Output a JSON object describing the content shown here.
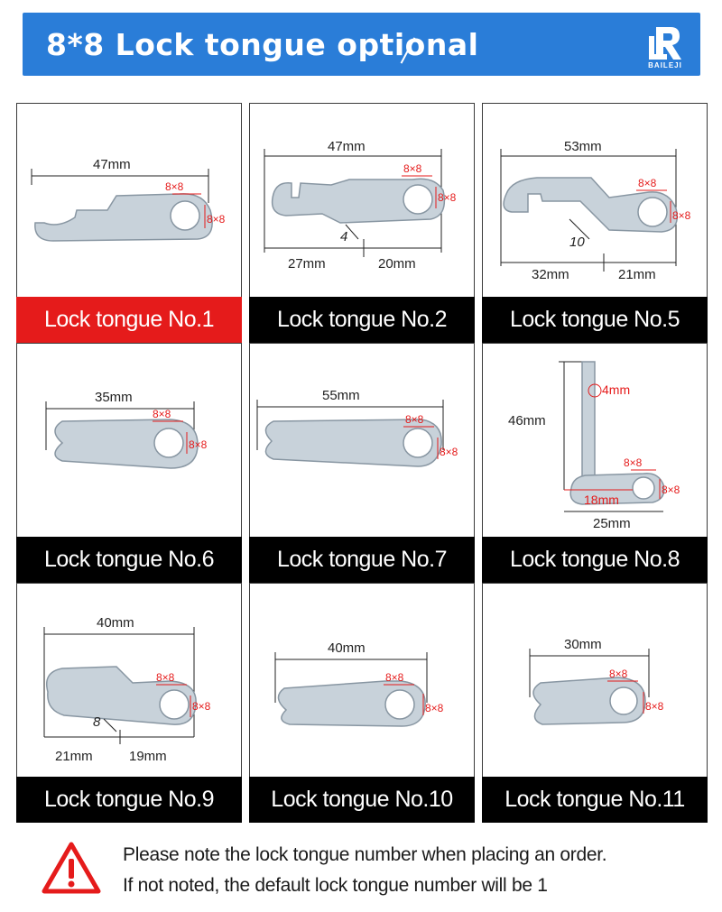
{
  "banner": {
    "title": "8*8 Lock tongue optional",
    "logo_text": "BAILEJI",
    "color": "#2a7dd8"
  },
  "items": [
    {
      "caption": "Lock tongue No.1",
      "active": true,
      "dims": [
        "47mm",
        "8×8",
        "8×8"
      ]
    },
    {
      "caption": "Lock tongue No.2",
      "active": false,
      "dims": [
        "47mm",
        "8×8",
        "8×8",
        "4",
        "27mm",
        "20mm"
      ]
    },
    {
      "caption": "Lock tongue No.5",
      "active": false,
      "dims": [
        "53mm",
        "8×8",
        "8×8",
        "10",
        "32mm",
        "21mm"
      ]
    },
    {
      "caption": "Lock tongue No.6",
      "active": false,
      "dims": [
        "35mm",
        "8×8",
        "8×8"
      ]
    },
    {
      "caption": "Lock tongue No.7",
      "active": false,
      "dims": [
        "55mm",
        "8×8",
        "8×8"
      ]
    },
    {
      "caption": "Lock tongue No.8",
      "active": false,
      "dims": [
        "4mm",
        "46mm",
        "8×8",
        "8×8",
        "18mm",
        "25mm"
      ]
    },
    {
      "caption": "Lock tongue No.9",
      "active": false,
      "dims": [
        "40mm",
        "8×8",
        "8×8",
        "8",
        "21mm",
        "19mm"
      ]
    },
    {
      "caption": "Lock tongue No.10",
      "active": false,
      "dims": [
        "40mm",
        "8×8",
        "8×8"
      ]
    },
    {
      "caption": "Lock tongue No.11",
      "active": false,
      "dims": [
        "30mm",
        "8×8",
        "8×8"
      ]
    }
  ],
  "note": {
    "line1": "Please note the lock tongue number when placing an order.",
    "line2": "If not noted, the default lock tongue number will be 1",
    "icon": "warning-triangle-icon"
  },
  "colors": {
    "active_caption": "#e51b1b",
    "caption": "#000000",
    "warning": "#e51b1b"
  }
}
